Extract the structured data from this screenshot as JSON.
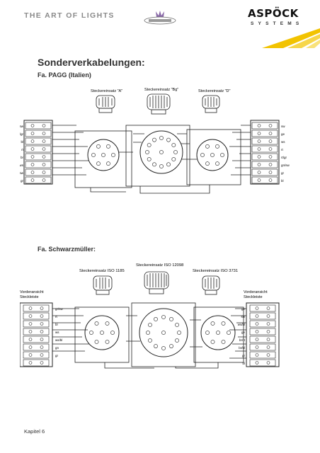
{
  "header": {
    "tagline": "THE ART OF LIGHTS",
    "cert_text": "",
    "logo": {
      "name": "ASPÖCK",
      "sub": "SYSTEMS",
      "accent_color": "#f2c300"
    }
  },
  "page": {
    "heading": "Sonderverkabelungen:",
    "section1": {
      "title": "Fa. PAGG (Italien)",
      "connector_a": "Steckereinsatz \"A\"",
      "connector_b": "Steckereinsatz \"Bg\"",
      "connector_c": "Steckereinsatz \"D\"",
      "left_labels": [
        "gn/sw",
        "rt/gr",
        "bl",
        "rt",
        "br",
        "ws",
        "sw",
        "gr"
      ],
      "right_labels": [
        "sw",
        "ge",
        "ws",
        "rt",
        "rt/gr",
        "gn/sw",
        "gr",
        "bl"
      ]
    },
    "section2": {
      "title": "Fa. Schwarzmüller:",
      "connector_a": "Steckereinsatz ISO 1185",
      "connector_b": "Steckereinsatz ISO 12098",
      "connector_c": "Steckereinsatz ISO 3731",
      "front_view": "Vorderansicht",
      "strip": "Steckleiste",
      "left_labels": [
        "gr/sw",
        "rt",
        "bl",
        "ws",
        "ws/bl",
        "gn",
        "gr"
      ],
      "right_labels": [
        "ge",
        "sw",
        "ws/bl",
        "ge",
        "br/rt",
        "br/bl",
        "gr",
        "bl"
      ]
    },
    "footer": "Kapitel 6"
  }
}
